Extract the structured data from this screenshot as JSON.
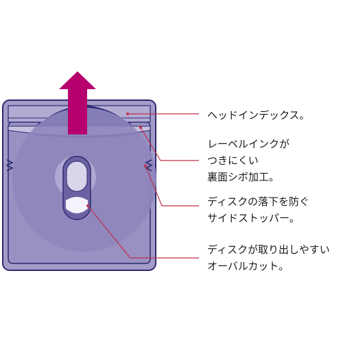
{
  "callouts": [
    {
      "lines": [
        "ヘッドインデックス。"
      ]
    },
    {
      "lines": [
        "レーベルインクが",
        "つきにくい",
        "裏面シボ加工。"
      ]
    },
    {
      "lines": [
        "ディスクの落下を防ぐ",
        "サイドストッパー。"
      ]
    },
    {
      "lines": [
        "ディスクが取り出しやすい",
        "オーバルカット。"
      ]
    }
  ],
  "colors": {
    "case_fill": "#a49cc8",
    "case_stroke": "#2b2a6e",
    "disc_dark": "#2a2a78",
    "disc_light": "#8a80b8",
    "arrow": "#b5006e",
    "leader_line": "#c0304a"
  }
}
